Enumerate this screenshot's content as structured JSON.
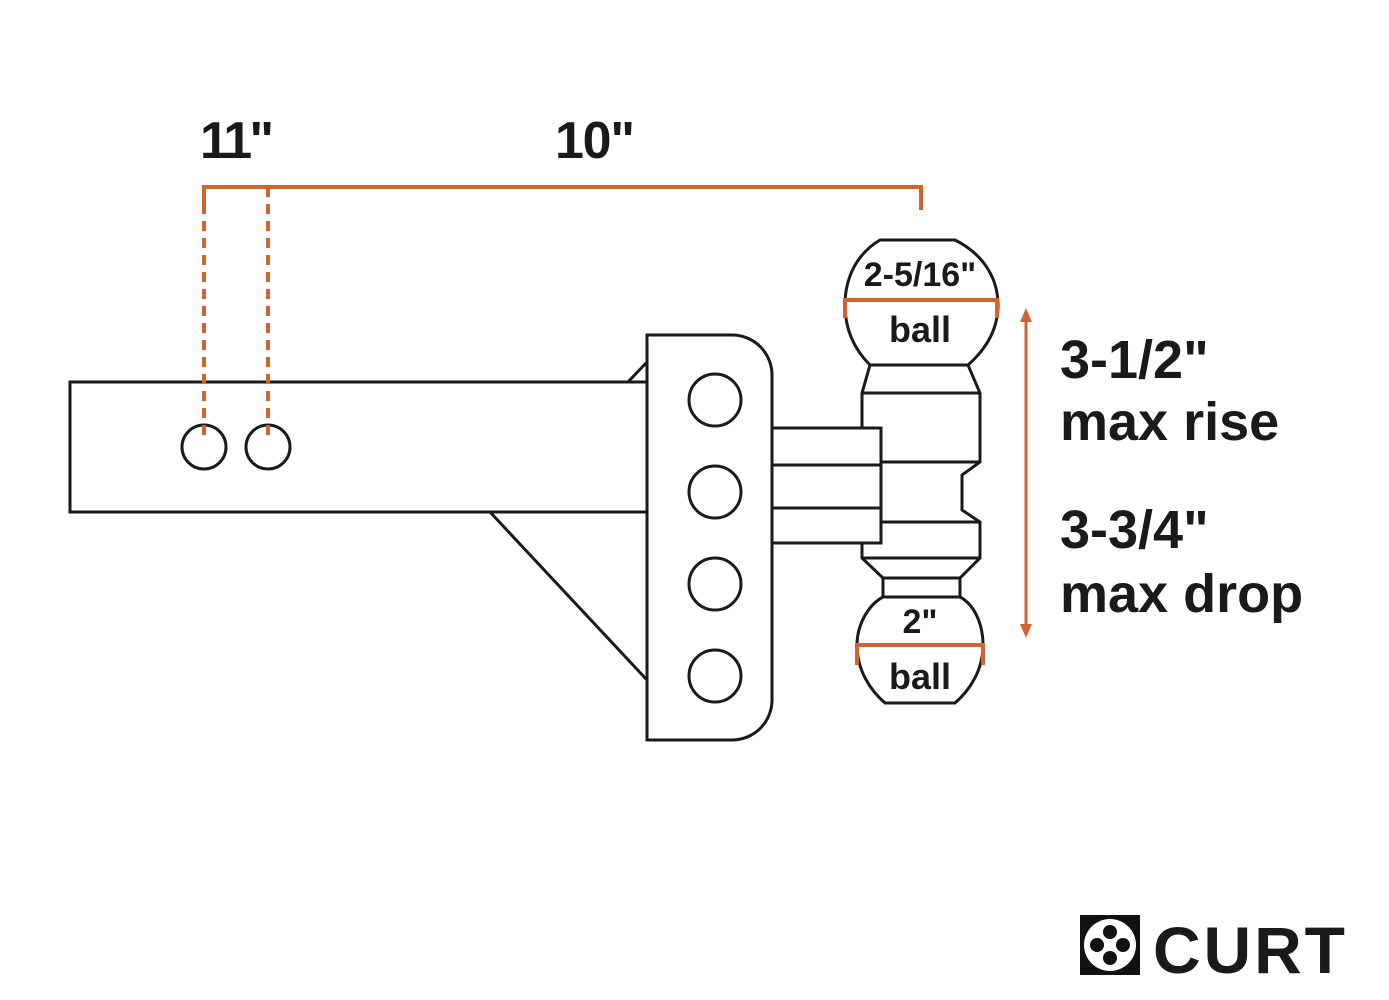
{
  "dimensions": {
    "length_1": "11\"",
    "length_2": "10\""
  },
  "balls": {
    "upper_size": "2-5/16\"",
    "upper_label": "ball",
    "lower_size": "2\"",
    "lower_label": "ball"
  },
  "adjustment": {
    "rise_value": "3-1/2\"",
    "rise_label": "max rise",
    "drop_value": "3-3/4\"",
    "drop_label": "max drop"
  },
  "logo": {
    "brand": "CURT"
  },
  "colors": {
    "accent": "#d2652f",
    "line": "#1a1a1a"
  }
}
